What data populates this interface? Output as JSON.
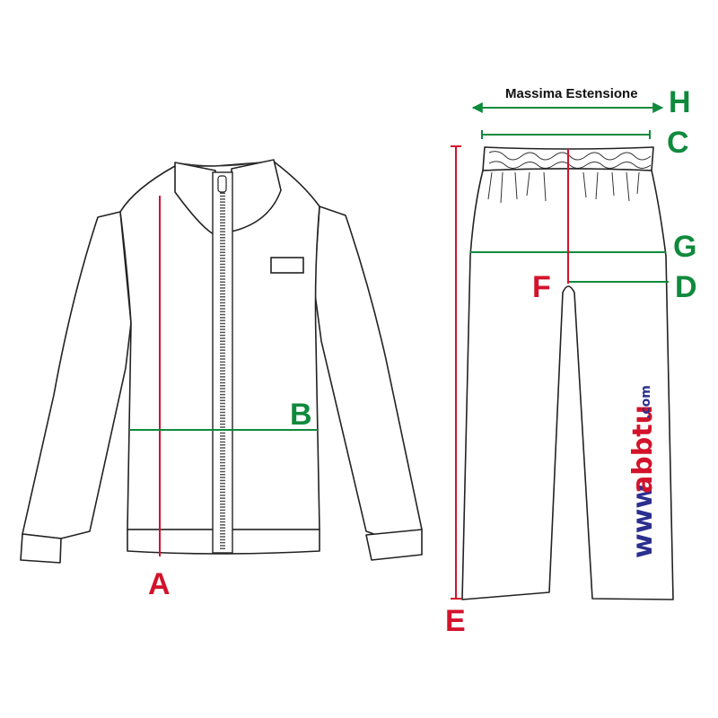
{
  "caption": "Massima Estensione",
  "labels": {
    "A": "A",
    "B": "B",
    "C": "C",
    "D": "D",
    "E": "E",
    "F": "F",
    "G": "G",
    "H": "H"
  },
  "brand": {
    "prefix": "www.",
    "name": "abbtu",
    "suffix": ".com"
  },
  "colors": {
    "red": "#d3132b",
    "green": "#0f8a3c",
    "blue": "#2b2f8f",
    "line": "#222222"
  }
}
